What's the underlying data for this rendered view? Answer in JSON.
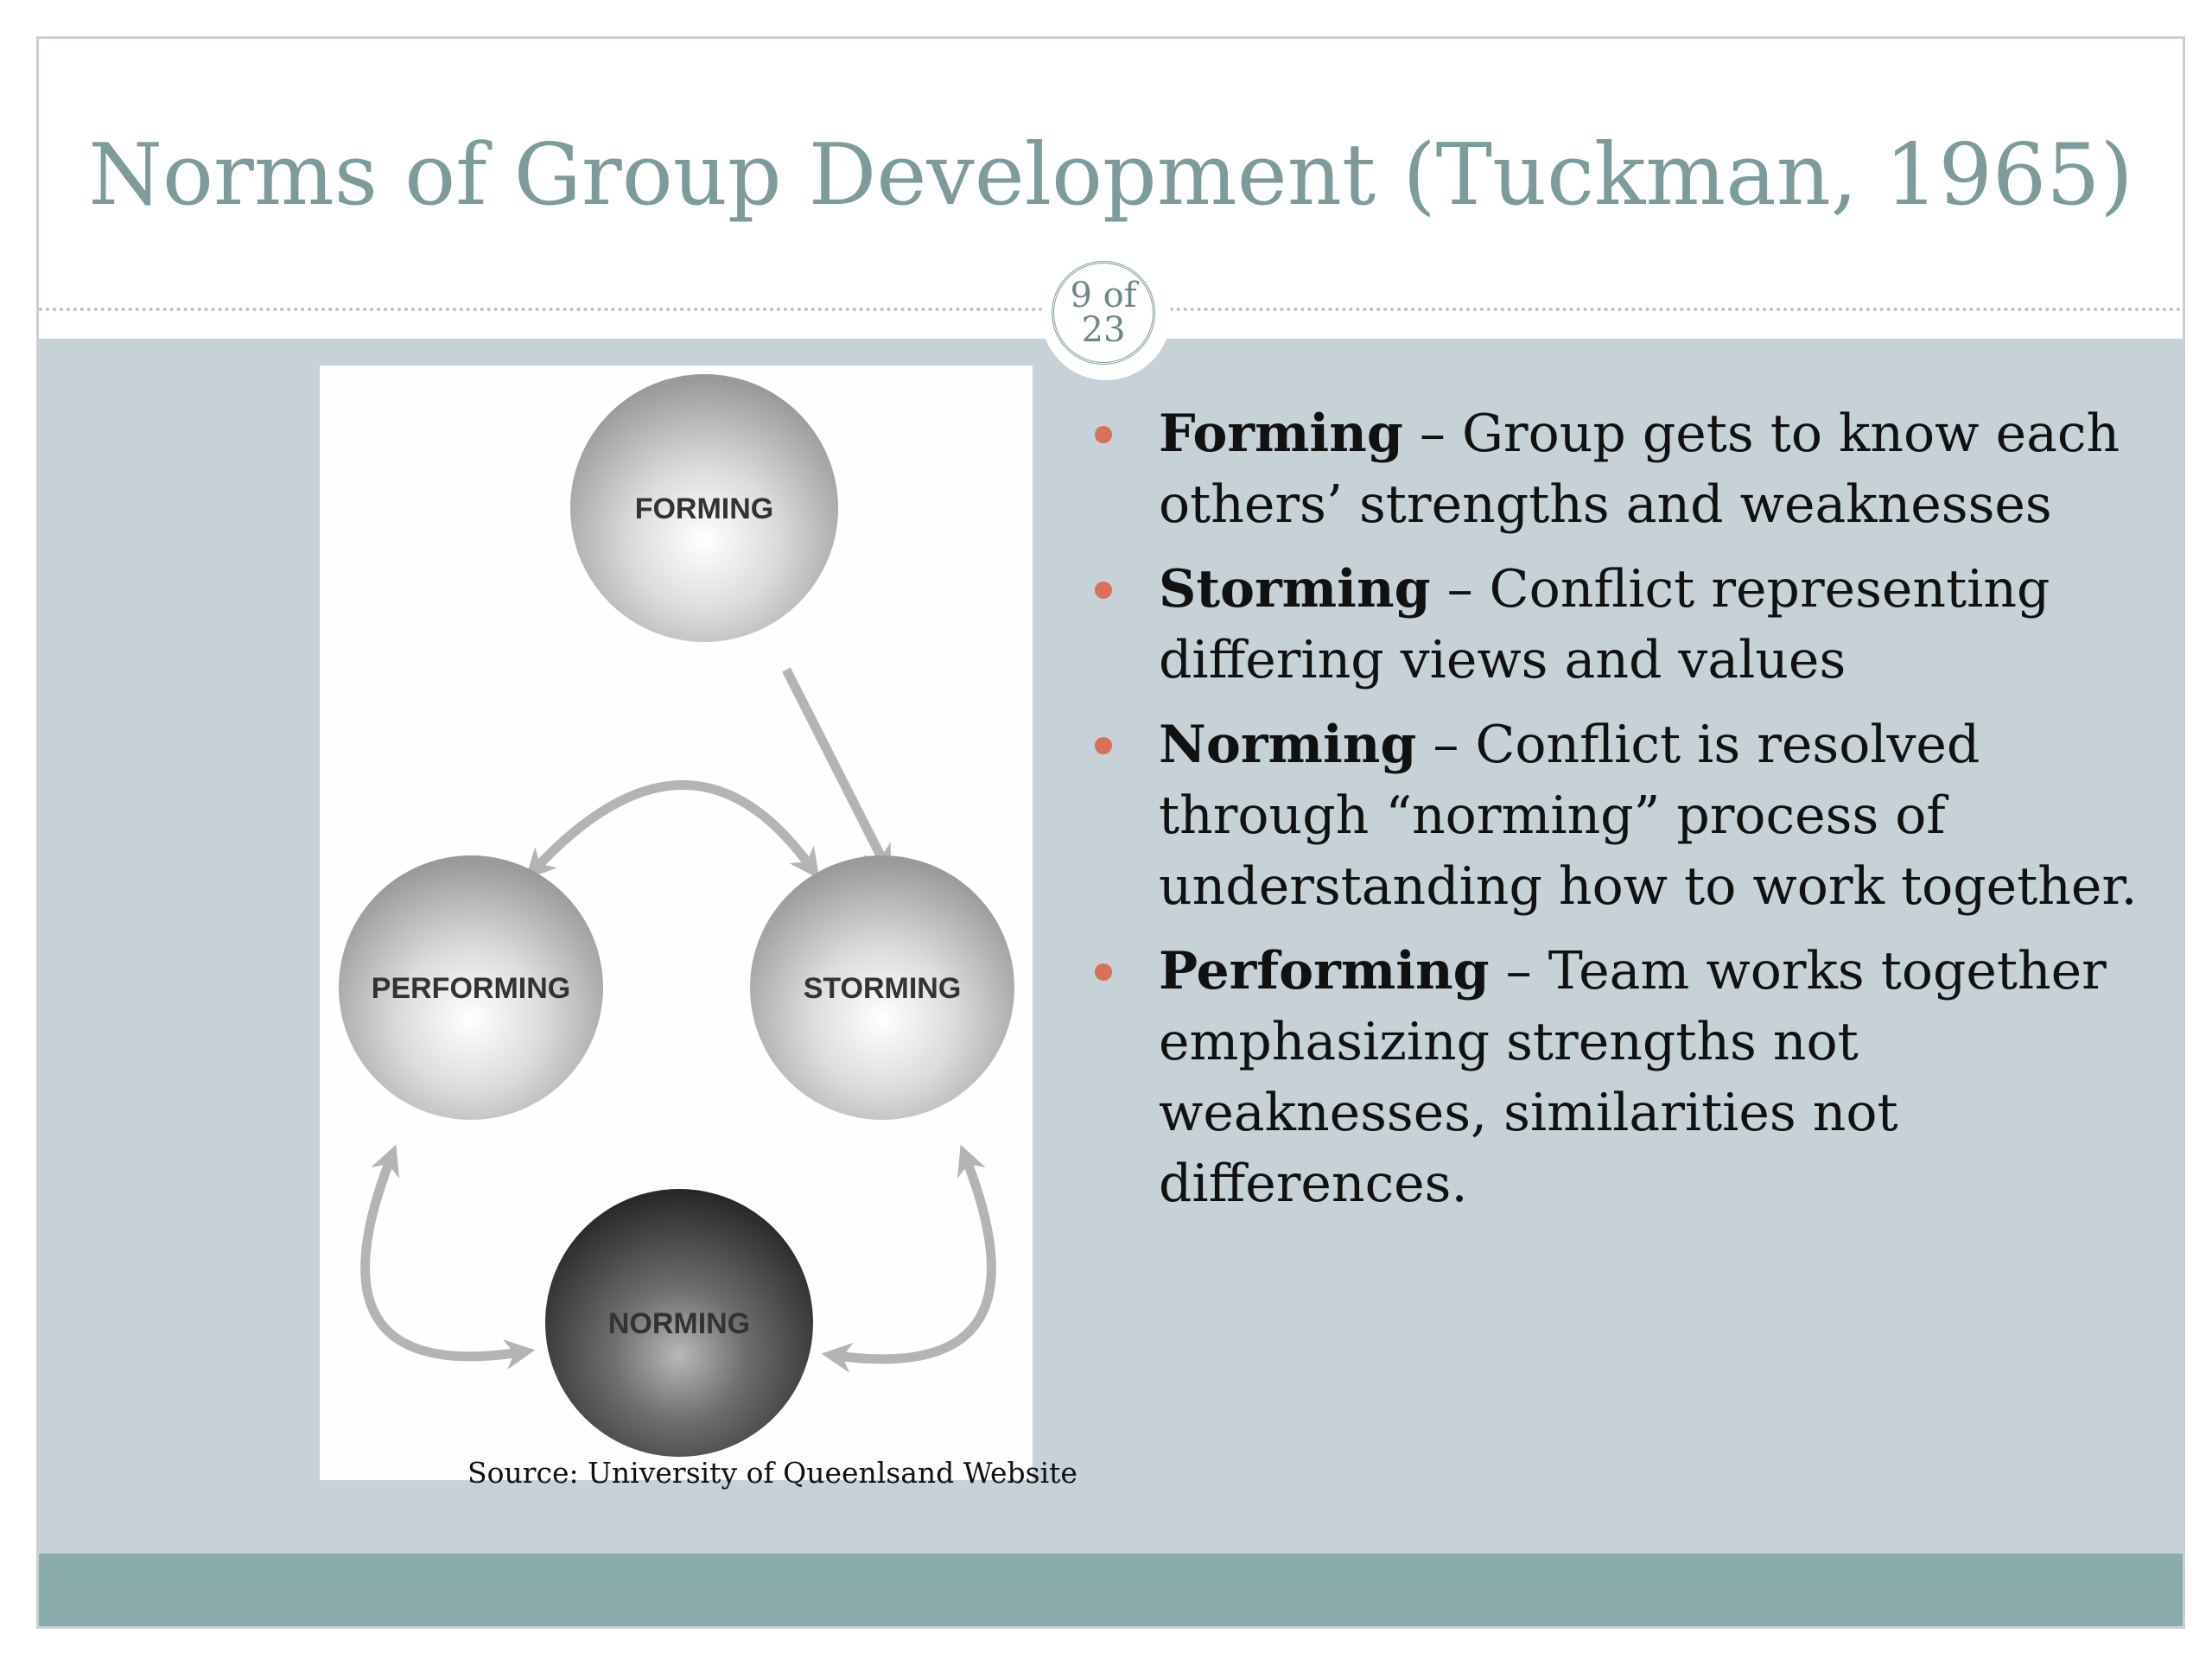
{
  "slide": {
    "title": "Norms of Group Development (Tuckman, 1965)",
    "page_indicator": {
      "line1": "9 of",
      "line2": "23"
    },
    "accent_color": "#7e9b9b",
    "bullet_color": "#d9705a"
  },
  "figure": {
    "stages": {
      "forming": "FORMING",
      "storming": "STORMING",
      "norming": "NORMING",
      "performing": "PERFORMING"
    },
    "caption": "Source: University of Queenlsand Website"
  },
  "bullets": [
    {
      "term": "Forming",
      "description": " – Group gets to know each others’ strengths and weaknesses"
    },
    {
      "term": "Storming",
      "description": " – Conflict representing differing views and values"
    },
    {
      "term": "Norming",
      "description": " – Conflict is resolved through “norming” process of understanding how to work together."
    },
    {
      "term": "Performing",
      "description": " – Team works together emphasizing strengths not weaknesses, similarities not differences."
    }
  ]
}
